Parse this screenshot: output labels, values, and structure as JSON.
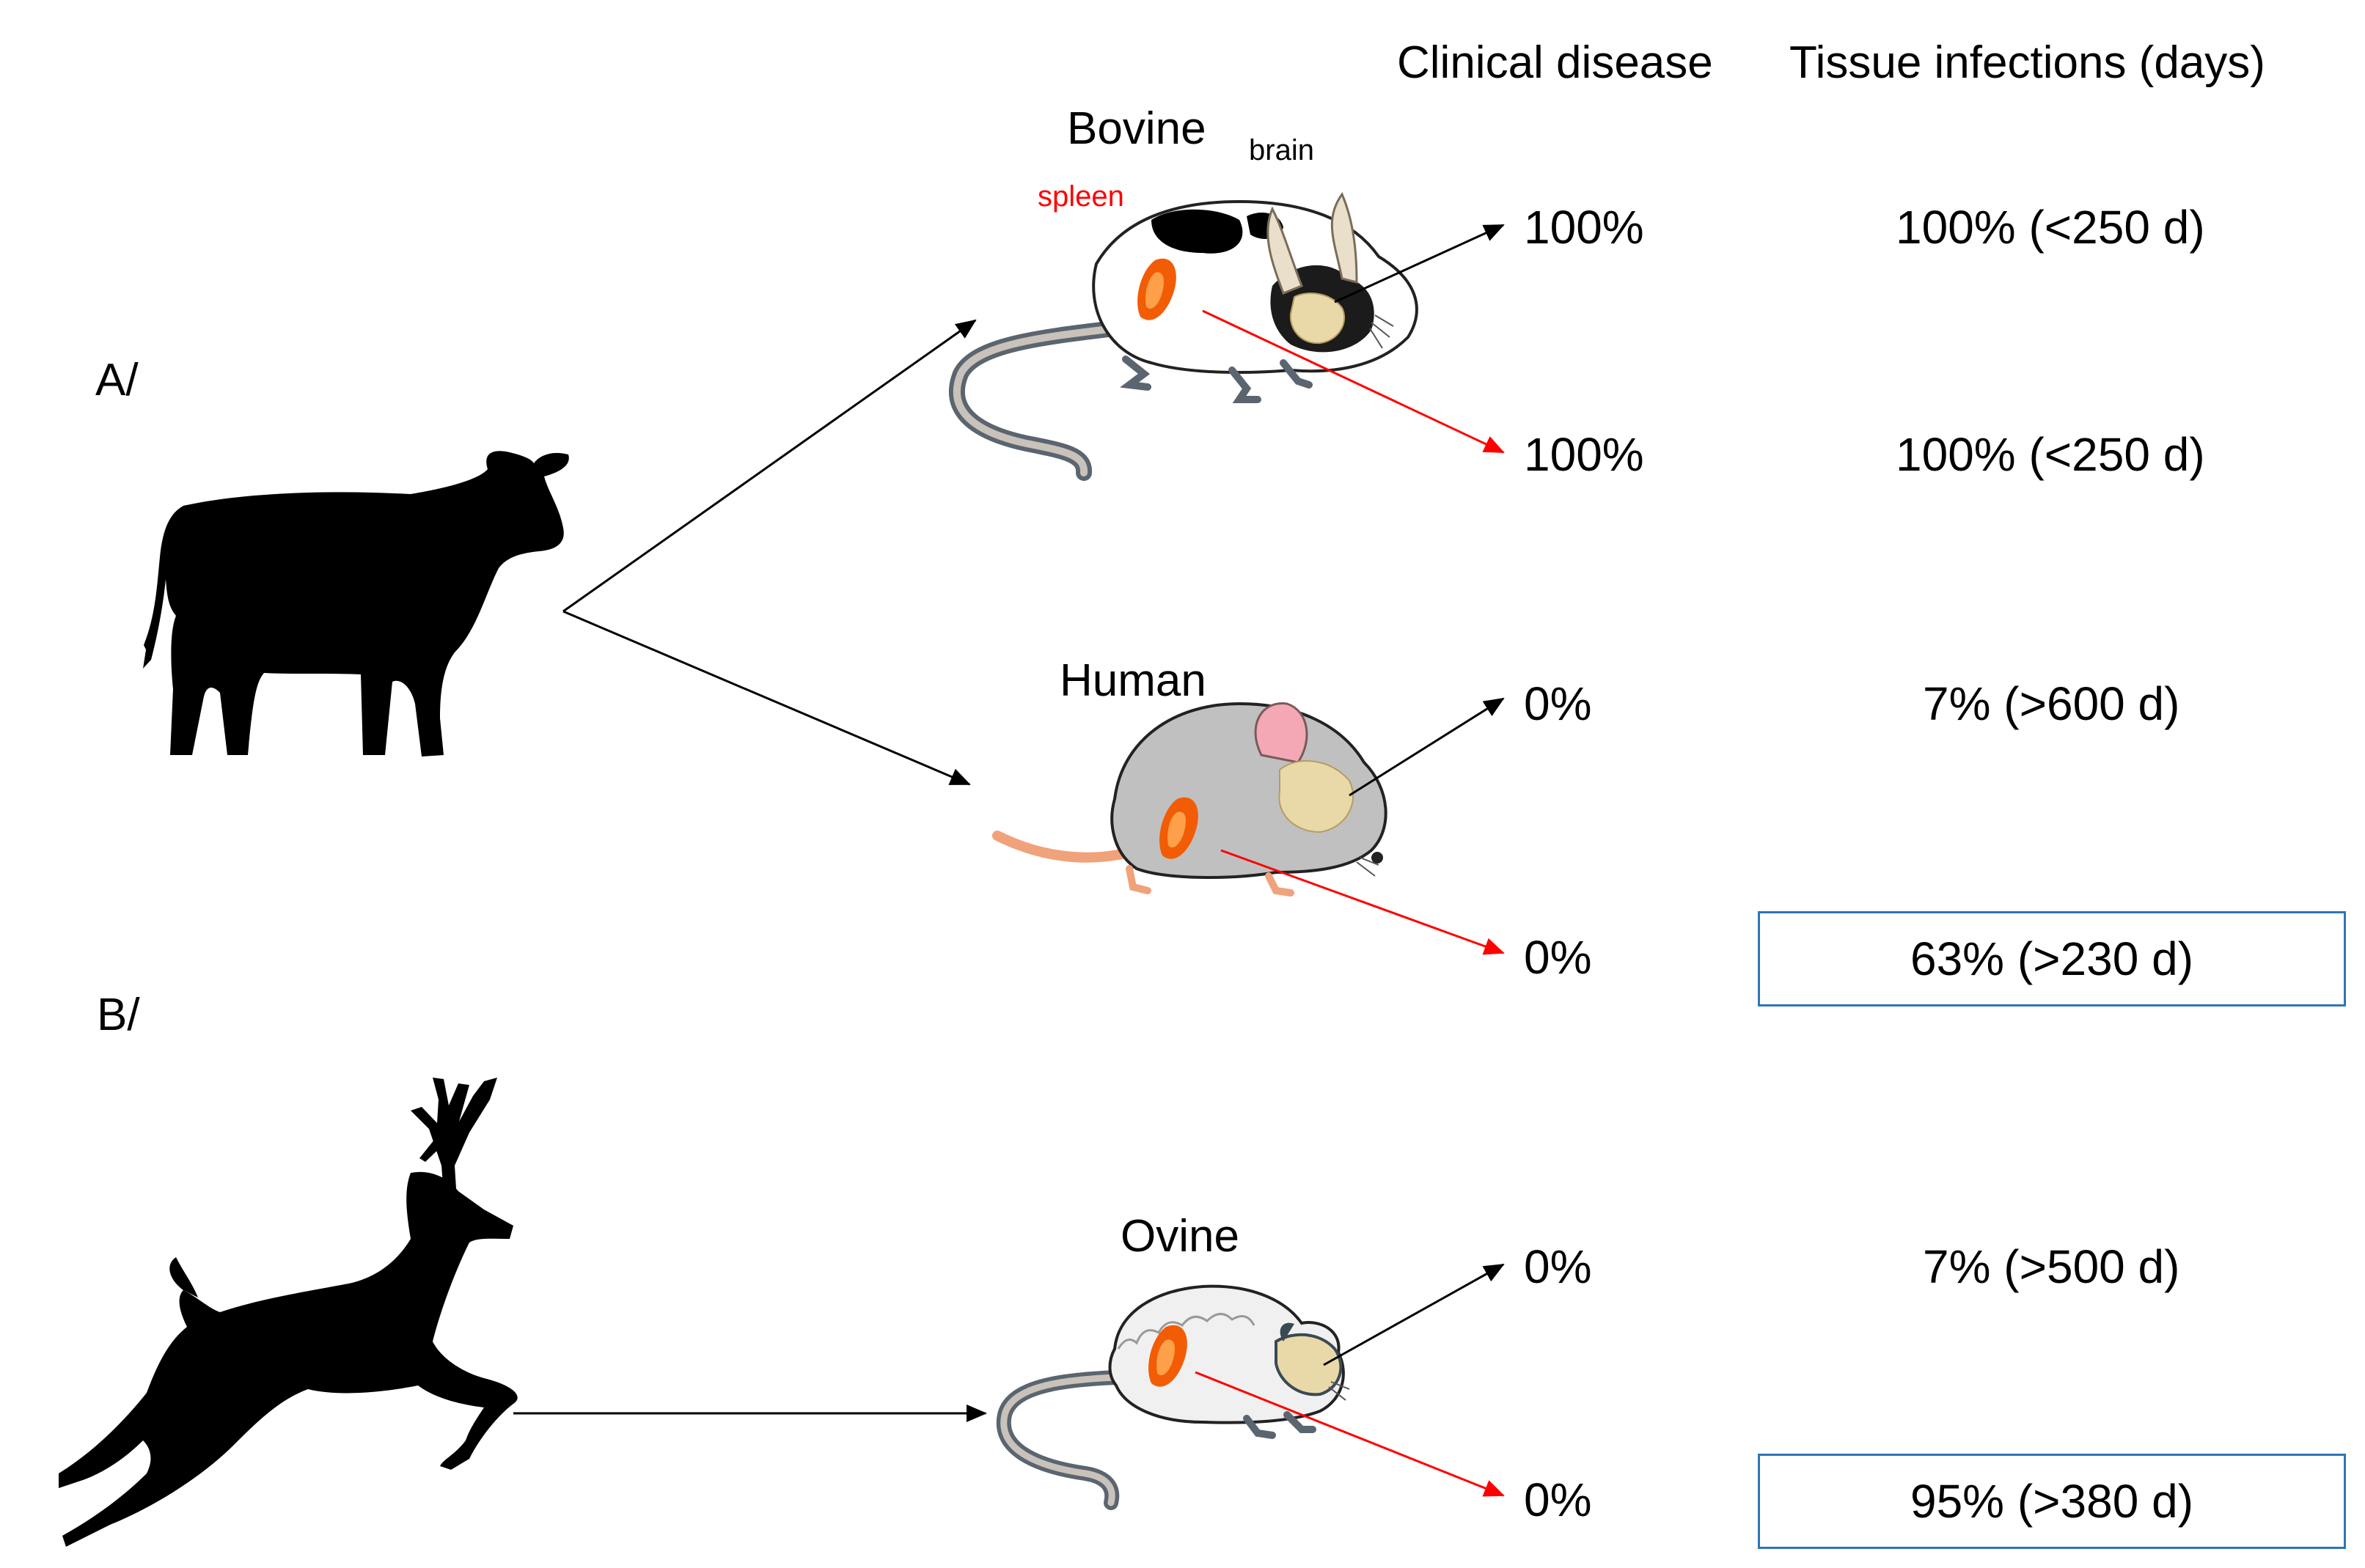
{
  "headers": {
    "clinical": "Clinical disease",
    "tissue": "Tissue infections (days)"
  },
  "panels": {
    "a": "A/",
    "b": "B/"
  },
  "mice": {
    "bovine": {
      "label": "Bovine",
      "brain_label": "brain",
      "spleen_label": "spleen",
      "clinical_brain": "100%",
      "clinical_spleen": "100%",
      "tissue_brain": "100% (<250 d)",
      "tissue_spleen": "100% (<250 d)"
    },
    "human": {
      "label": "Human",
      "clinical_brain": "0%",
      "clinical_spleen": "0%",
      "tissue_brain": "7% (>600 d)",
      "tissue_spleen": "63% (>230 d)"
    },
    "ovine": {
      "label": "Ovine",
      "clinical_brain": "0%",
      "clinical_spleen": "0%",
      "tissue_brain": "7% (>500 d)",
      "tissue_spleen": "95% (>380 d)"
    }
  },
  "icons": {
    "source_a": "cow-silhouette-icon",
    "source_b": "deer-silhouette-icon",
    "mouse_bovine": "bovine-mouse-icon",
    "mouse_human": "human-mouse-icon",
    "mouse_ovine": "ovine-mouse-icon"
  },
  "colors": {
    "spleen_arrow": "#ff0000",
    "brain_arrow": "#000000",
    "box_border": "#2e75b6",
    "spleen_fill": "#f25c05",
    "brain_fill": "#ead9a8"
  }
}
